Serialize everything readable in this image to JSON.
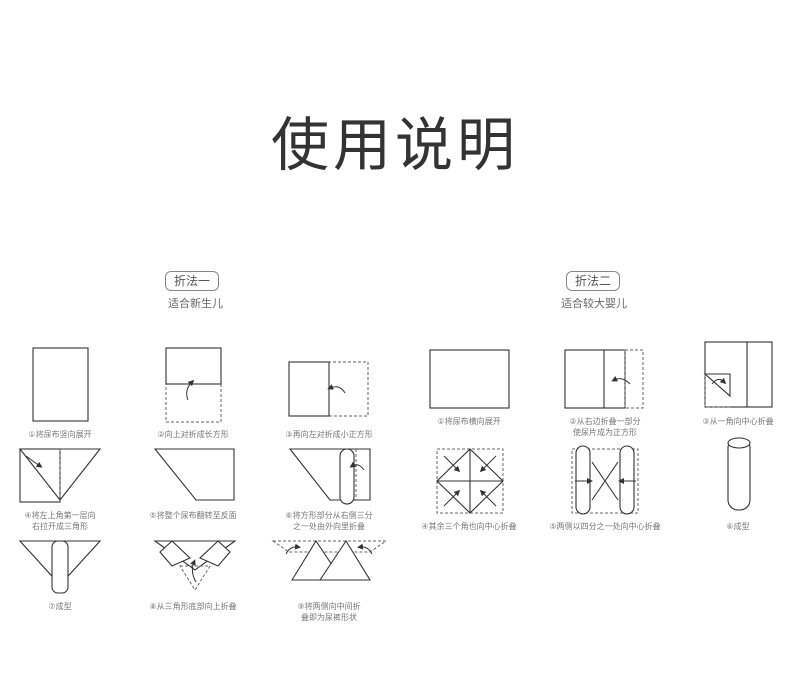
{
  "page_title": "使用说明",
  "method1": {
    "badge": "折法一",
    "subtitle": "适合新生儿",
    "steps": [
      "①将尿布竖向展开",
      "②向上对折成长方形",
      "③再向左对折成小正方形",
      "④将左上角第一层向\n右拉开成三角形",
      "⑤将整个尿布翻转至反面",
      "⑥将方形部分从右侧三分\n之一处由外向里折叠",
      "⑦成型",
      "⑧从三角形底部向上折叠",
      "⑨将两侧向中间折\n叠即为尿裤形状"
    ]
  },
  "method2": {
    "badge": "折法二",
    "subtitle": "适合较大婴儿",
    "steps": [
      "①将尿布横向展开",
      "②从右边折叠一部分\n使尿片成为正方形",
      "③从一角向中心折叠",
      "④其余三个角也向中心折叠",
      "⑤两侧以四分之一处向中心折叠",
      "⑥成型"
    ]
  }
}
